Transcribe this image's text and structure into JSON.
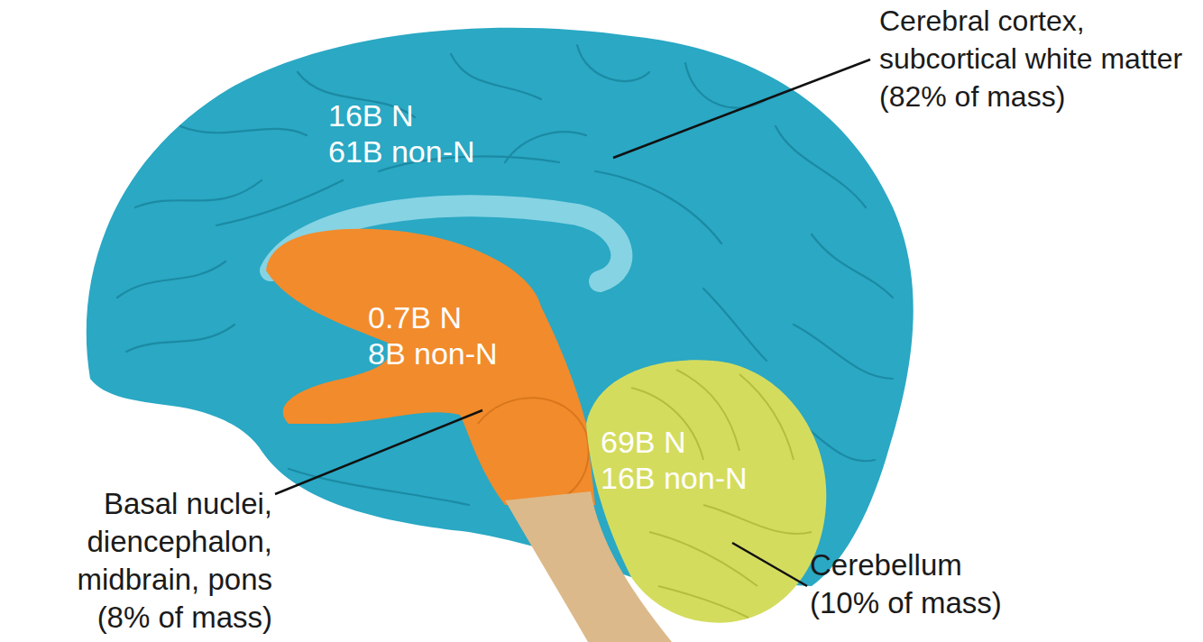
{
  "diagram": {
    "nodes": [
      {
        "text": [
          "16B N",
          "61B non-N"
        ]
      },
      {
        "text": [
          "0.7B N",
          "8B non-N"
        ]
      },
      {
        "text": [
          "69B N",
          "16B non-N"
        ]
      }
    ],
    "labels": [
      "Cerebral cortex, subcortical white matter (82% of mass)",
      "Basal nuclei, diencephalon, midbrain, pons (8% of mass)",
      "Cerebellum (10% of mass)"
    ]
  }
}
